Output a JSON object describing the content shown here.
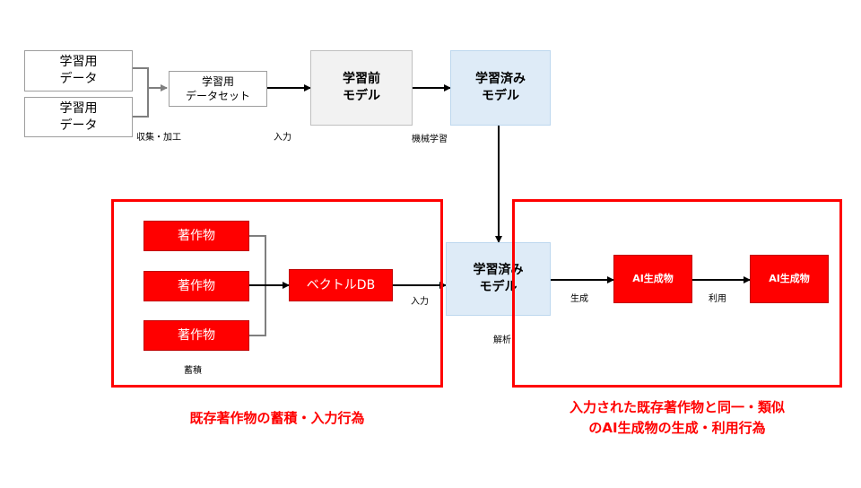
{
  "colors": {
    "red": "#ff0000",
    "pre_model": "#f2f2f2",
    "trained_model": "#deebf7",
    "arrow": "#000000",
    "branch_line": "#7f7f7f"
  },
  "training": {
    "data_1": "学習用\nデータ",
    "data_2": "学習用\nデータ",
    "collect_label": "収集・加工",
    "dataset": "学習用\nデータセット",
    "input_label": "入力",
    "pre_model": "学習前\nモデル",
    "ml_label": "機械学習",
    "trained_model": "学習済み\nモデル"
  },
  "rag": {
    "works": [
      "著作物",
      "著作物",
      "著作物"
    ],
    "accumulate_label": "蓄積",
    "vector_db": "ベクトルDB",
    "input_label": "入力",
    "model": "学習済み\nモデル",
    "analysis_label": "解析",
    "generate_label": "生成",
    "ai_output_1": "AI生成物",
    "use_label": "利用",
    "ai_output_2": "AI生成物"
  },
  "captions": {
    "left": "既存著作物の蓄積・入力行為",
    "right": "入力された既存著作物と同一・類似\nのAI生成物の生成・利用行為"
  }
}
